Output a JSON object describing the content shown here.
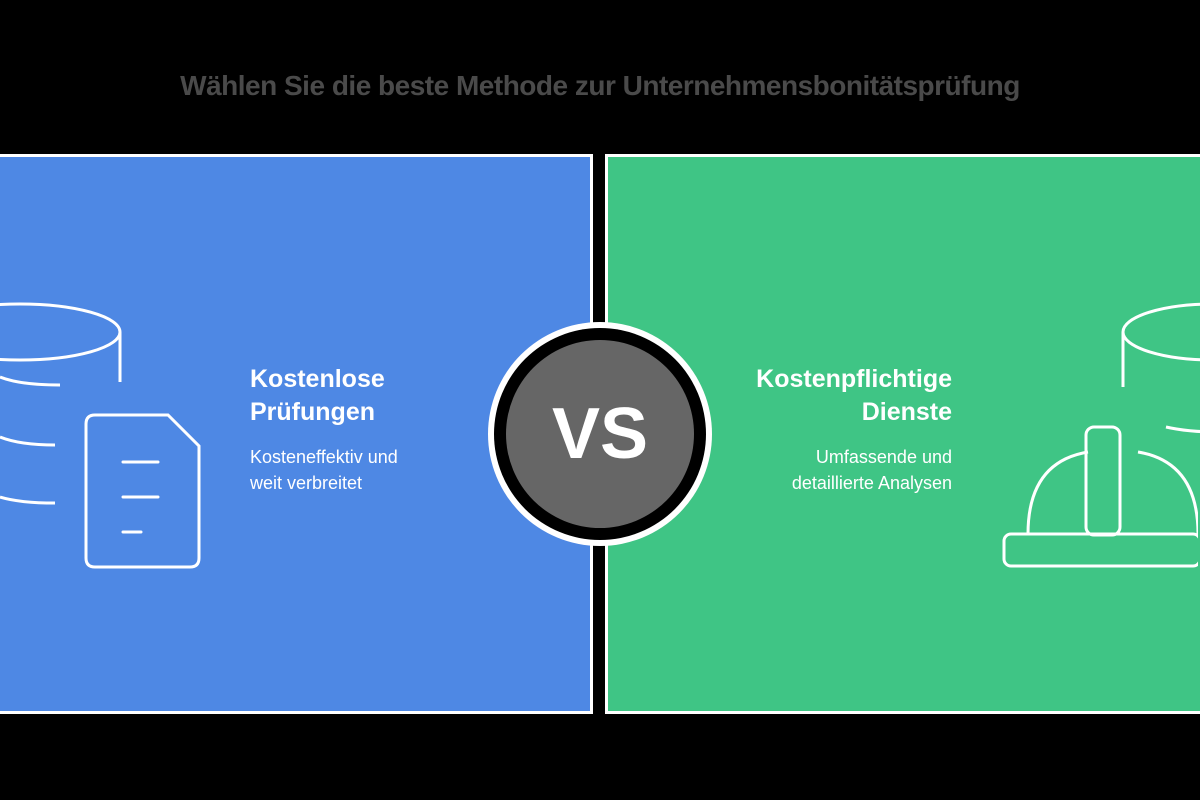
{
  "title": "Wählen Sie die beste Methode zur Unternehmensbonitätsprüfung",
  "left": {
    "heading_line1": "Kostenlose",
    "heading_line2": "Prüfungen",
    "desc_line1": "Kosteneffektiv und",
    "desc_line2": "weit verbreitet",
    "color": "#4e88e4",
    "icons": [
      "database-icon",
      "document-icon"
    ]
  },
  "right": {
    "heading_line1": "Kostenpflichtige",
    "heading_line2": "Dienste",
    "desc_line1": "Umfassende und",
    "desc_line2": "detaillierte Analysen",
    "color": "#3fc585",
    "icons": [
      "database-icon",
      "hard-hat-icon"
    ]
  },
  "vs": "VS"
}
